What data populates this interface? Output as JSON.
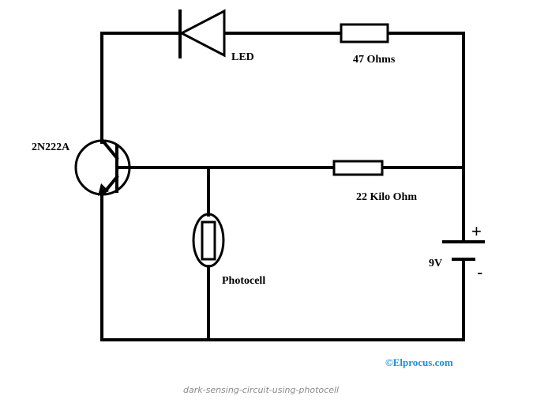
{
  "labels": {
    "led": "LED",
    "resistor_top": "47 Ohms",
    "transistor": "2N222A",
    "resistor_mid": "22 Kilo Ohm",
    "photocell": "Photocell",
    "battery": "9V",
    "plus": "+",
    "minus": "-"
  },
  "credit": "©Elprocus.com",
  "caption": "dark-sensing-circuit-using-photocell",
  "colors": {
    "wire": "#000000",
    "credit": "#1a8fd6",
    "caption": "#8a8a8a"
  }
}
